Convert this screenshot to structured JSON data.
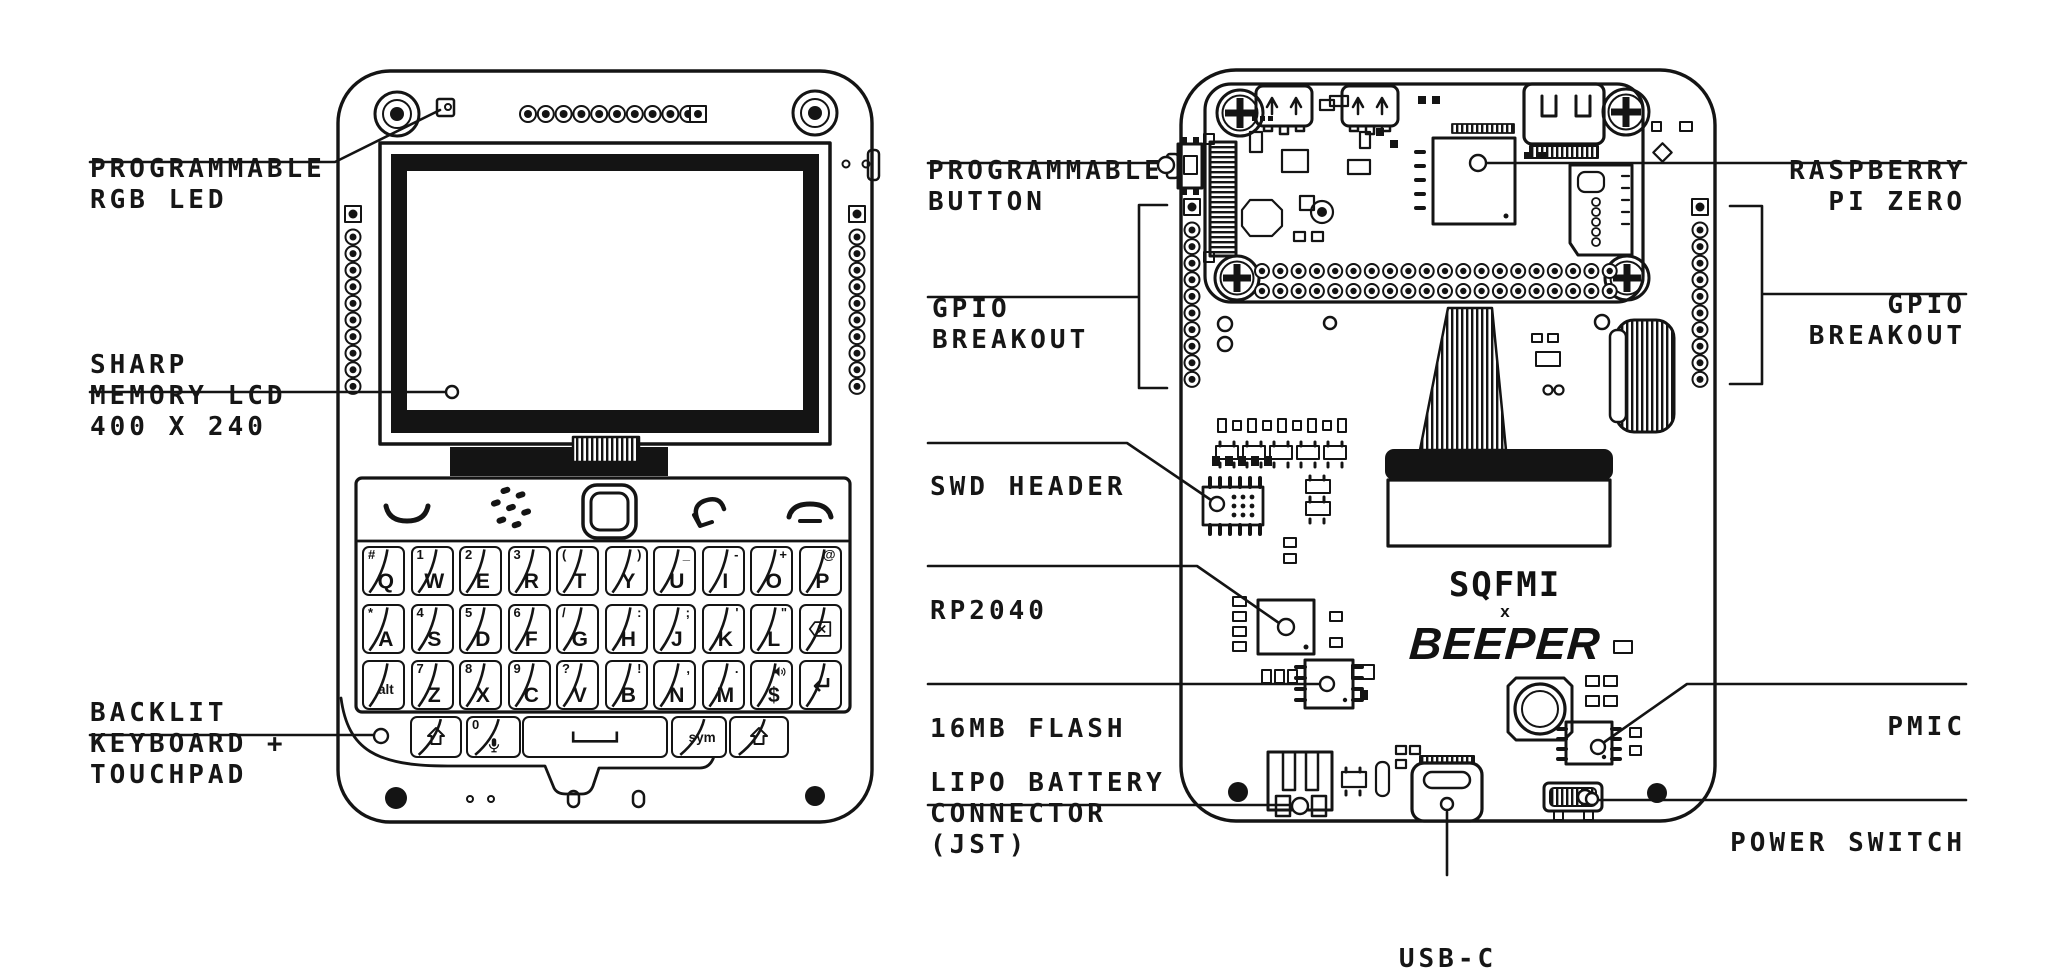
{
  "colors": {
    "ink": "#141414",
    "paper": "#ffffff"
  },
  "front": {
    "labels": {
      "rgb_led": {
        "lines": [
          "PROGRAMMABLE",
          "RGB LED"
        ]
      },
      "lcd": {
        "lines": [
          "SHARP",
          "MEMORY LCD",
          "400 X 240"
        ]
      },
      "keyboard": {
        "lines": [
          "BACKLIT",
          "KEYBOARD +",
          "TOUCHPAD"
        ]
      }
    },
    "keyboard": {
      "function_icons": [
        "call-icon",
        "blackberry-logo-icon",
        "trackpad",
        "back-icon",
        "end-call-icon"
      ],
      "rows": [
        [
          {
            "main": "Q",
            "sub": "#"
          },
          {
            "main": "W",
            "sub": "1"
          },
          {
            "main": "E",
            "sub": "2"
          },
          {
            "main": "R",
            "sub": "3"
          },
          {
            "main": "T",
            "sub": "("
          },
          {
            "main": "Y",
            "sub": ")",
            "subpos": "tr"
          },
          {
            "main": "U",
            "sub": "_",
            "subpos": "tr"
          },
          {
            "main": "I",
            "sub": "-",
            "subpos": "tr"
          },
          {
            "main": "O",
            "sub": "+",
            "subpos": "tr"
          },
          {
            "main": "P",
            "sub": "@",
            "subpos": "tr"
          }
        ],
        [
          {
            "main": "A",
            "sub": "*"
          },
          {
            "main": "S",
            "sub": "4"
          },
          {
            "main": "D",
            "sub": "5"
          },
          {
            "main": "F",
            "sub": "6"
          },
          {
            "main": "G",
            "sub": "/"
          },
          {
            "main": "H",
            "sub": ":",
            "subpos": "tr"
          },
          {
            "main": "J",
            "sub": ";",
            "subpos": "tr"
          },
          {
            "main": "K",
            "sub": "'",
            "subpos": "tr"
          },
          {
            "main": "L",
            "sub": "\"",
            "subpos": "tr"
          },
          {
            "icon": "backspace-icon",
            "name": "backspace-key"
          }
        ],
        [
          {
            "main": "alt",
            "small": true,
            "name": "alt-key"
          },
          {
            "main": "Z",
            "sub": "7"
          },
          {
            "main": "X",
            "sub": "8"
          },
          {
            "main": "C",
            "sub": "9"
          },
          {
            "main": "V",
            "sub": "?"
          },
          {
            "main": "B",
            "sub": "!",
            "subpos": "tr"
          },
          {
            "main": "N",
            "sub": ",",
            "subpos": "tr"
          },
          {
            "main": "M",
            "sub": ".",
            "subpos": "tr"
          },
          {
            "main": "$",
            "sub": "speaker-icon",
            "subpos": "tr",
            "name": "dollar-speaker-key"
          },
          {
            "icon": "enter-icon",
            "name": "enter-key"
          }
        ]
      ],
      "bottom_row": [
        {
          "icon": "shift-icon",
          "name": "left-shift-key"
        },
        {
          "sub": "0",
          "icon": "mic-icon",
          "name": "zero-mic-key"
        },
        {
          "icon": "space-icon",
          "name": "space-key"
        },
        {
          "main": "sym",
          "small": true,
          "name": "sym-key"
        },
        {
          "icon": "shift-icon",
          "name": "right-shift-key"
        }
      ]
    }
  },
  "back": {
    "labels": {
      "programmable_button": {
        "lines": [
          "PROGRAMMABLE",
          "BUTTON"
        ]
      },
      "gpio_breakout_left": {
        "lines": [
          "GPIO",
          "BREAKOUT"
        ]
      },
      "swd_header": {
        "lines": [
          "SWD HEADER"
        ]
      },
      "rp2040": {
        "lines": [
          "RP2040"
        ]
      },
      "flash": {
        "lines": [
          "16MB FLASH"
        ]
      },
      "lipo": {
        "lines": [
          "LIPO BATTERY",
          "CONNECTOR",
          "(JST)"
        ]
      },
      "raspberry_pi": {
        "lines": [
          "RASPBERRY",
          "PI ZERO"
        ]
      },
      "gpio_breakout_right": {
        "lines": [
          "GPIO",
          "BREAKOUT"
        ]
      },
      "pmic": {
        "lines": [
          "PMIC"
        ]
      },
      "power_switch": {
        "lines": [
          "POWER SWITCH"
        ]
      },
      "usb_c": {
        "lines": [
          "USB-C"
        ]
      }
    },
    "logo": {
      "sqfmi": "SQFMI",
      "x": "x",
      "beeper": "BEEPER"
    }
  }
}
